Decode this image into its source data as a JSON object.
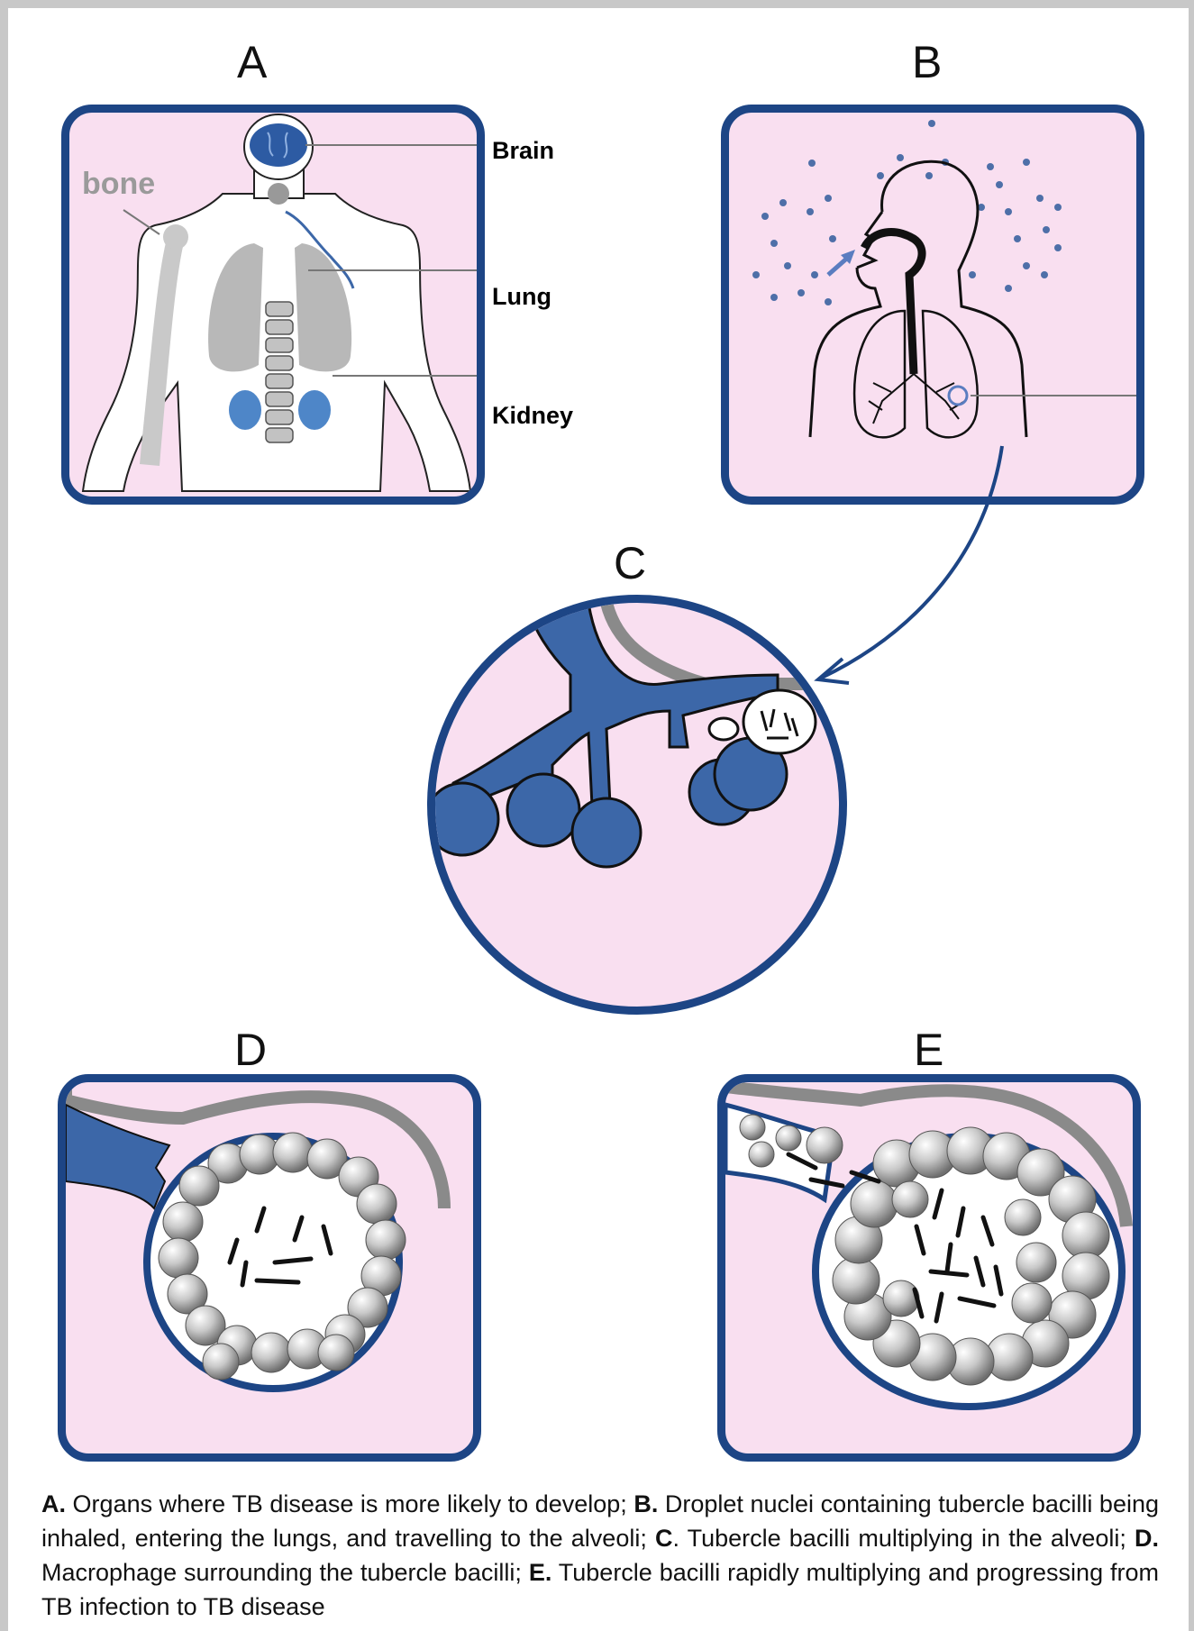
{
  "panels": {
    "a": {
      "letter": "A",
      "labels": {
        "bone": "bone",
        "brain": "Brain",
        "lung": "Lung",
        "kidney": "Kidney"
      }
    },
    "b": {
      "letter": "B"
    },
    "c": {
      "letter": "C"
    },
    "d": {
      "letter": "D"
    },
    "e": {
      "letter": "E"
    }
  },
  "caption": [
    {
      "key": "A.",
      "text": " Organs where TB disease is more likely to develop; "
    },
    {
      "key": "B.",
      "text": " Droplet nuclei containing tubercle bacilli being inhaled, entering the lungs, and travelling to the alveoli; "
    },
    {
      "key": "C",
      "text": ". Tubercle bacilli multiplying in the alveoli; "
    },
    {
      "key": "D.",
      "text": " Macrophage surrounding the tubercle bacilli; "
    },
    {
      "key": "E.",
      "text": " Tubercle bacilli rapidly multiplying and progressing from TB infection to TB disease"
    }
  ],
  "colors": {
    "border": "#1d4585",
    "panel_bg": "#f9dff0",
    "airway": "#3c67a8",
    "organ_gray": "#b8b8b8",
    "kidney": "#4e86c8"
  }
}
